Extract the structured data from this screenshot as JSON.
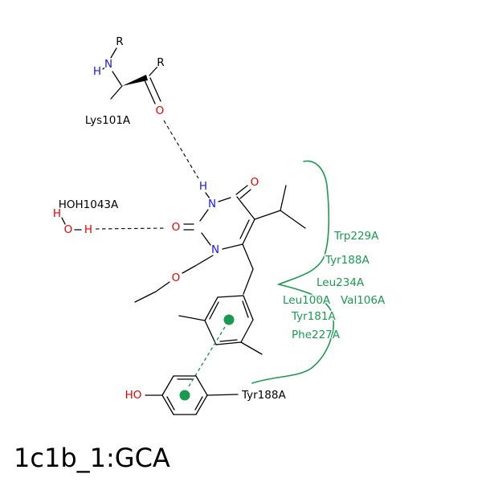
{
  "title": "1c1b_1:GCA",
  "colors": {
    "green": "#1a9a50",
    "red": "#e60000",
    "blue": "#1a1ae6",
    "black": "#000000",
    "bg": "#ffffff"
  },
  "atoms": {
    "N": "N",
    "O": "O",
    "H": "H",
    "HO": "HO",
    "R": "R"
  },
  "residues": {
    "lys101": "Lys101A",
    "water": "HOH1043A",
    "tyr188_stacking": "Tyr188A",
    "hydrophobic_contacts": [
      "Trp229A",
      "Tyr188A",
      "Leu234A",
      "Leu100A",
      "Val106A",
      "Tyr181A",
      "Phe227A"
    ]
  }
}
